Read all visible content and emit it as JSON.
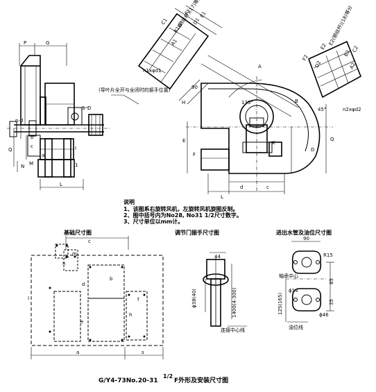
{
  "title": {
    "main": "G/Y4-73No.20-31",
    "fraction": "1/2",
    "tail": "F外形及安装尺寸图"
  },
  "notes": {
    "heading": "说明",
    "items": [
      "1、该图系右旋转风机，左旋转风机旋图反制。",
      "2、图中括号内为No28, No31 1/2尺寸数字。",
      "3、尺寸单位以mm计。"
    ]
  },
  "annotation_guide": "(导叶片全开与全闭时的振手位置)",
  "subtitles": {
    "foundation": "基础尺寸图",
    "damper": "调节门振手尺寸图",
    "water_pipe": "进出水管及油位尺寸图"
  },
  "main_view": {
    "labels": [
      "P",
      "G",
      "S",
      "D",
      "Q",
      "n-d",
      "b",
      "c",
      "a",
      "L",
      "N",
      "M",
      "I",
      "1"
    ]
  },
  "side_view": {
    "labels": [
      "C1",
      "F1",
      "D1",
      "B",
      "E1",
      "A1",
      "F2",
      "C2",
      "D2",
      "E2",
      "B2",
      "A2",
      "A",
      "H",
      "90",
      "135°",
      "45°",
      "E",
      "K",
      "F",
      "D",
      "Q",
      "d",
      "c",
      "L"
    ],
    "outlet_text": "R1(钢丝杆)(17)等分",
    "inlet_text": "E2(钢丝杆)(18)等分",
    "n1": "n1xφd1",
    "n2": "n2xφd2"
  },
  "foundation_view": {
    "labels": [
      "c",
      "a",
      "m",
      "n",
      "d",
      "b",
      "e",
      "h",
      "f",
      "I",
      "s"
    ]
  },
  "damper_view": {
    "labels": [
      "44",
      "ϕ38(40)",
      "1400(4-300)",
      "连接中心线"
    ]
  },
  "pipe_view": {
    "labels": [
      "90",
      "R15",
      "85",
      "35",
      "ϕ14",
      "125(165)",
      "油位线",
      "轴承中心",
      "ϕ46"
    ]
  }
}
